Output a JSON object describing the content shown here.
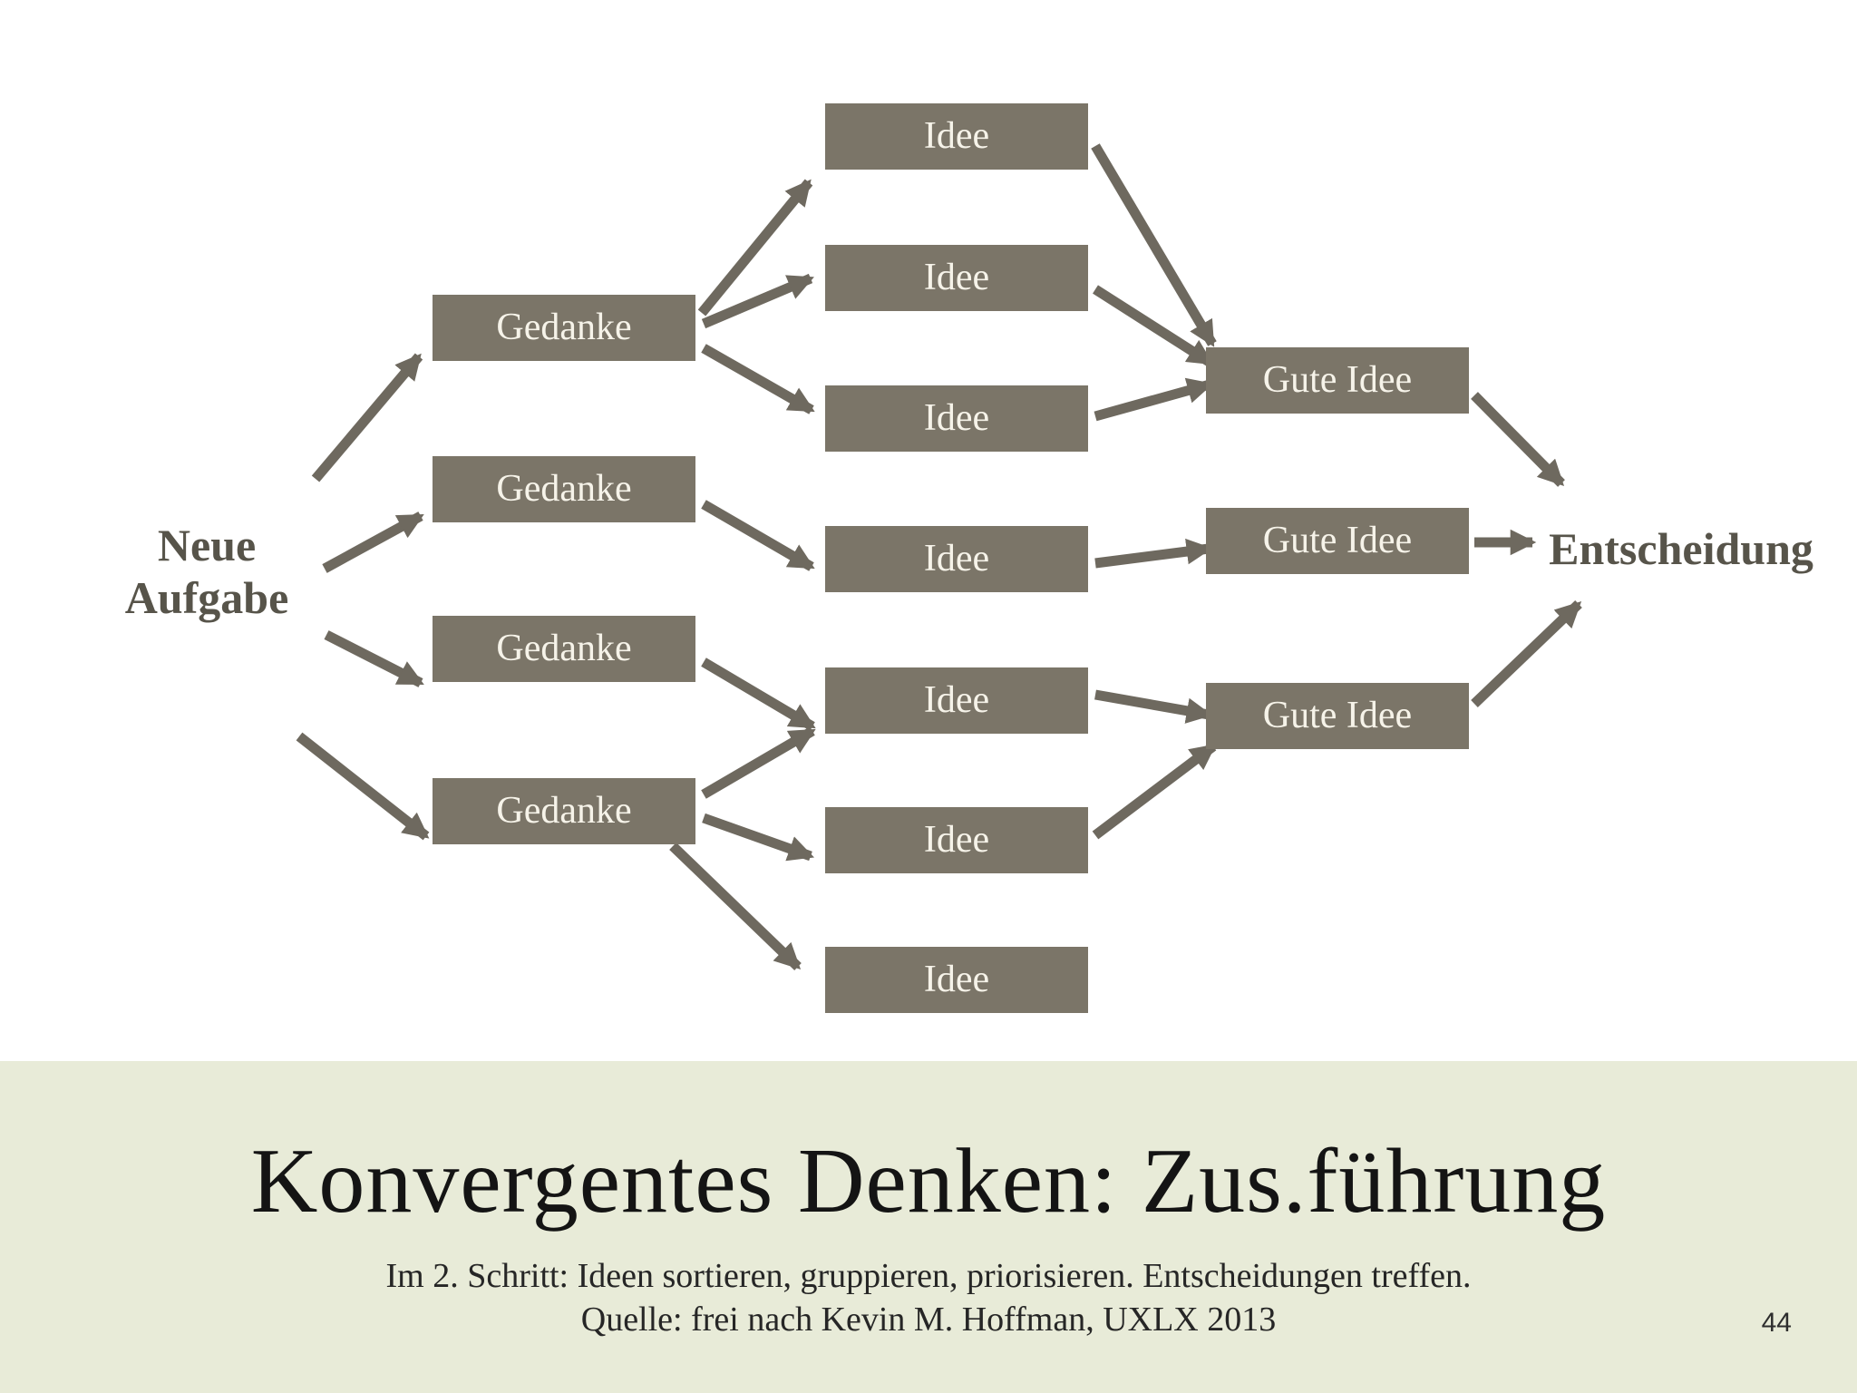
{
  "colors": {
    "box_fill": "#7b7568",
    "box_text": "#f6f3e9",
    "arrow_color": "#6e695f",
    "label_text": "#57544a",
    "footer_bg": "#e8ebd8",
    "title_text": "#141414",
    "subtitle_text": "#262626",
    "pagenum_text": "#2e2e2e"
  },
  "diagram": {
    "start_label_line1": "Neue",
    "start_label_line2": "Aufgabe",
    "end_label": "Entscheidung",
    "gedanke_boxes": [
      "Gedanke",
      "Gedanke",
      "Gedanke",
      "Gedanke"
    ],
    "idee_boxes": [
      "Idee",
      "Idee",
      "Idee",
      "Idee",
      "Idee",
      "Idee",
      "Idee"
    ],
    "gute_idee_boxes": [
      "Gute Idee",
      "Gute Idee",
      "Gute Idee"
    ],
    "edges": [
      {
        "from": "neue-aufgabe",
        "to": "gedanke-1"
      },
      {
        "from": "neue-aufgabe",
        "to": "gedanke-2"
      },
      {
        "from": "neue-aufgabe",
        "to": "gedanke-3"
      },
      {
        "from": "neue-aufgabe",
        "to": "gedanke-4"
      },
      {
        "from": "gedanke-1",
        "to": "idee-1"
      },
      {
        "from": "gedanke-1",
        "to": "idee-2"
      },
      {
        "from": "gedanke-1",
        "to": "idee-3"
      },
      {
        "from": "gedanke-2",
        "to": "idee-4"
      },
      {
        "from": "gedanke-3",
        "to": "idee-5"
      },
      {
        "from": "gedanke-4",
        "to": "idee-5"
      },
      {
        "from": "gedanke-4",
        "to": "idee-6"
      },
      {
        "from": "gedanke-4",
        "to": "idee-7"
      },
      {
        "from": "idee-1",
        "to": "gute-idee-1"
      },
      {
        "from": "idee-2",
        "to": "gute-idee-1"
      },
      {
        "from": "idee-3",
        "to": "gute-idee-1"
      },
      {
        "from": "idee-4",
        "to": "gute-idee-2"
      },
      {
        "from": "idee-5",
        "to": "gute-idee-3"
      },
      {
        "from": "idee-6",
        "to": "gute-idee-3"
      },
      {
        "from": "gute-idee-1",
        "to": "entscheidung"
      },
      {
        "from": "gute-idee-2",
        "to": "entscheidung"
      },
      {
        "from": "gute-idee-3",
        "to": "entscheidung"
      }
    ]
  },
  "footer": {
    "title": "Konvergentes Denken: Zus.führung",
    "subtitle_line1": "Im 2. Schritt: Ideen sortieren, gruppieren, priorisieren. Entscheidungen treffen.",
    "subtitle_line2": "Quelle: frei nach Kevin M. Hoffman, UXLX 2013",
    "page_number": "44"
  }
}
